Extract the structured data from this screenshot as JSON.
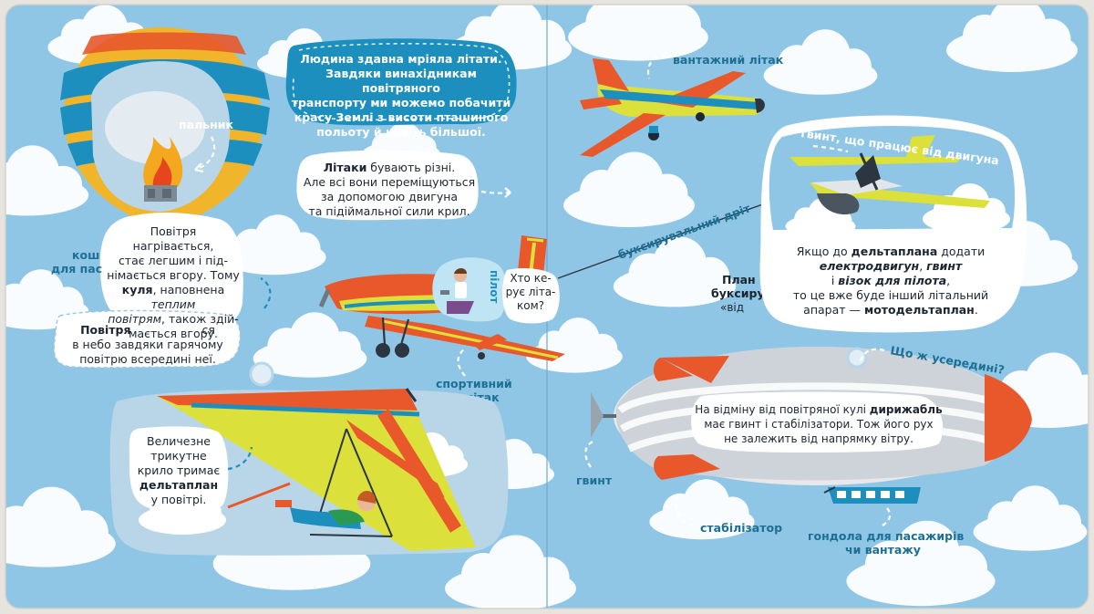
{
  "intro": {
    "lines": [
      "Людина здавна мріяла літати.",
      "Завдяки винахідникам повітряного",
      "транспорту ми можемо побачити",
      "красу Землі з висоти пташиного",
      "польоту й навіть більшої."
    ]
  },
  "balloon": {
    "burner_label": "пальник",
    "bubble": {
      "l1": "Повітря",
      "l2": "нагрівається,",
      "l3": "стає легшим і під-",
      "l4": "німається вгору. Тому",
      "l5_bold": "куля",
      "l5_rest": ", наповнена",
      "l5_italic": "теплим",
      "l6_italic": "повітрям",
      "l6_rest": ", також здій-",
      "l7": "мається вгору."
    },
    "partial_left_1": "кош",
    "partial_left_2": "для пас",
    "lower_bold": "Повітря",
    "lower_rest_1": "ся",
    "lower_2": "в небо завдяки гарячому",
    "lower_3": "повітрю всередині неї."
  },
  "planes": {
    "bubble": {
      "bold": "Літаки",
      "l1_rest": " бувають різні.",
      "l2": "Але всі вони переміщуються",
      "l3": "за допомогою двигуна",
      "l4": "та підіймальної сили крил."
    },
    "cargo_label": "вантажний літак",
    "sport_label_1": "спортивний",
    "sport_label_2": "літак",
    "pilot_label": "пілот",
    "who_bubble_1": "Хто ке-",
    "who_bubble_2": "рує літа-",
    "who_bubble_3": "ком?",
    "tow_label": "буксирувальний дріт",
    "partial_right_1": "План",
    "partial_right_2": "буксиру",
    "partial_right_3": "«від"
  },
  "motoglider": {
    "prop_label": "гвинт, що працює від двигуна",
    "text": {
      "l1_pre": "Якщо до ",
      "l1_bold": "дельтаплана",
      "l1_post": " додати",
      "l2_bi1": "електродвигун",
      "l2_mid": ", ",
      "l2_bi2": "гвинт",
      "l3_pre": "і ",
      "l3_bi": "візок для пілота",
      "l3_post": ",",
      "l4": "то це вже буде інший літальний",
      "l5_pre": "апарат — ",
      "l5_bold": "мотодельтаплан",
      "l5_post": "."
    }
  },
  "hangglider": {
    "bubble": {
      "l1": "Величезне",
      "l2": "трикутне",
      "l3": "крило тримає",
      "l4_bold": "дельтаплан",
      "l5": "у повітрі."
    }
  },
  "airship": {
    "inside_label": "Що ж усередині?",
    "text": {
      "l1_pre": "На відміну від повітряної кулі ",
      "l1_bold": "дирижабль",
      "l2": "має гвинт і стабілізатори. Тож його рух",
      "l3": "не залежить від напрямку вітру."
    },
    "propeller_label": "гвинт",
    "stabilizer_label": "стабілізатор",
    "gondola_label_1": "гондола для пасажирів",
    "gondola_label_2": "чи вантажу"
  },
  "colors": {
    "sky": "#8fc6e6",
    "accent_blue": "#1d8fbf",
    "label_blue": "#1d6f94",
    "orange": "#e8582a",
    "yellow": "#dce03a"
  }
}
